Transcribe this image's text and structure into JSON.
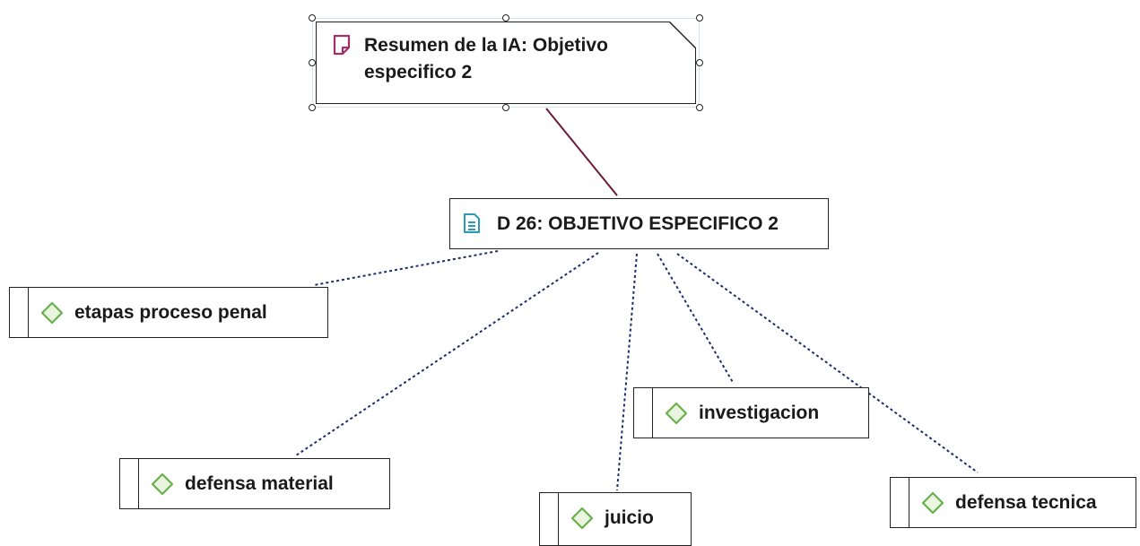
{
  "memo": {
    "title": "Resumen de la IA: Objetivo especifico 2",
    "icon": "memo-icon"
  },
  "document": {
    "title": "D 26: OBJETIVO ESPECIFICO 2",
    "icon": "document-icon"
  },
  "codes": [
    {
      "label": "etapas proceso penal",
      "icon": "code-diamond-icon"
    },
    {
      "label": "defensa material",
      "icon": "code-diamond-icon"
    },
    {
      "label": "juicio",
      "icon": "code-diamond-icon"
    },
    {
      "label": "investigacion",
      "icon": "code-diamond-icon"
    },
    {
      "label": "defensa tecnica",
      "icon": "code-diamond-icon"
    }
  ],
  "colors": {
    "memo_icon": "#a0306a",
    "document_icon": "#2a9ab8",
    "code_icon": "#6ab04c",
    "memo_link": "#6b1a3a",
    "code_link": "#1a2e6e",
    "selection": "#cfe3f5"
  }
}
